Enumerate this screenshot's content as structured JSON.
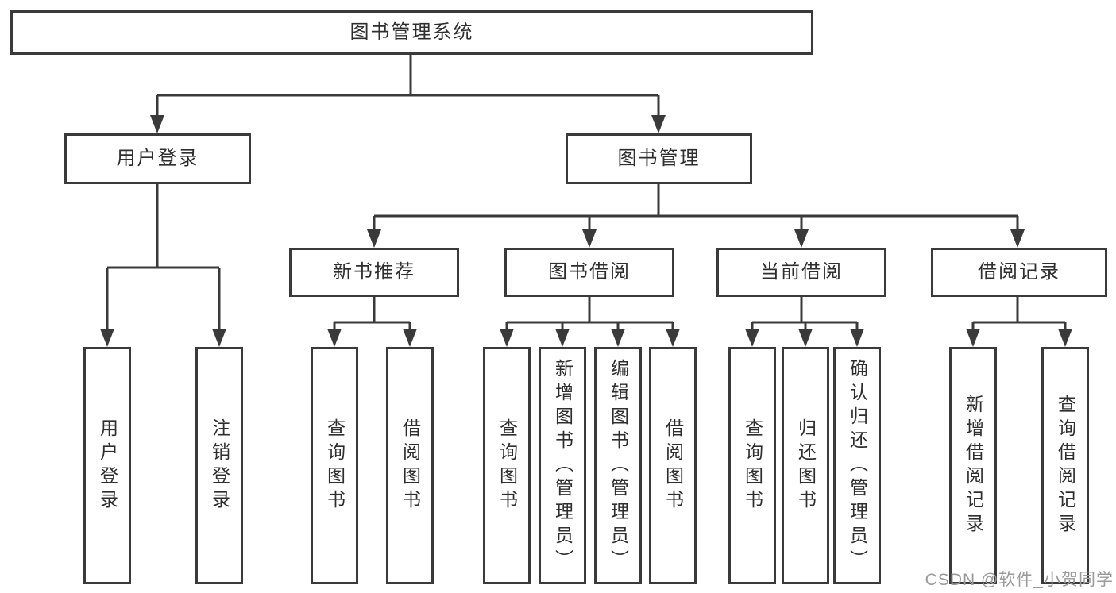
{
  "diagram": {
    "root": "图书管理系统",
    "level2": {
      "user_login": "用户登录",
      "book_mgmt": "图书管理"
    },
    "level3": {
      "new_books": "新书推荐",
      "book_borrow": "图书借阅",
      "current_borrow": "当前借阅",
      "borrow_records": "借阅记录"
    },
    "leaves": {
      "user_login": [
        "用户登录",
        "注销登录"
      ],
      "new_books": [
        "查询图书",
        "借阅图书"
      ],
      "book_borrow": [
        "查询图书",
        "新增图书（管理员）",
        "编辑图书（管理员）",
        "借阅图书"
      ],
      "current_borrow": [
        "查询图书",
        "归还图书",
        "确认归还（管理员）"
      ],
      "borrow_records": [
        "新增借阅记录",
        "查询借阅记录"
      ]
    }
  },
  "watermark": "CSDN @软件_小贺同学",
  "colors": {
    "line": "#3a3a3a",
    "text": "#2e2e2e",
    "watermark_text": "#9a9a9a",
    "background": "#ffffff"
  }
}
